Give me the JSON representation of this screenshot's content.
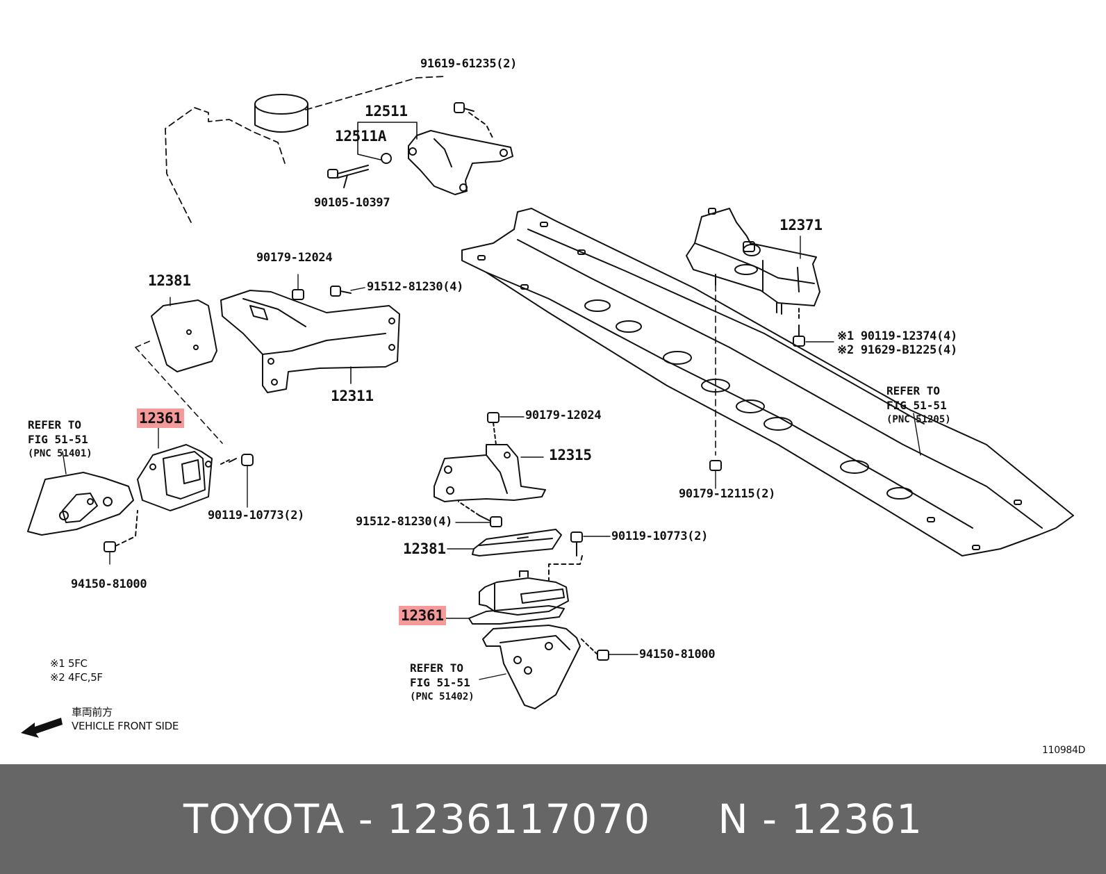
{
  "labels": {
    "p91619": "91619-61235(2)",
    "p12511": "12511",
    "p12511a": "12511A",
    "p90105": "90105-10397",
    "p12371": "12371",
    "p90179a": "90179-12024",
    "p91512a": "91512-81230(4)",
    "p12381a": "12381",
    "p12311": "12311",
    "p12361a": "12361",
    "p90119a": "90119-10773(2)",
    "p94150a": "94150-81000",
    "p90119b": "※1 90119-12374(4)",
    "p91629": "※2 91629-B1225(4)",
    "p90179b": "90179-12024",
    "p12315": "12315",
    "p90179c": "90179-12115(2)",
    "p91512b": "91512-81230(4)",
    "p12381b": "12381",
    "p90119c": "90119-10773(2)",
    "p12361b": "12361",
    "p94150b": "94150-81000"
  },
  "refs": {
    "left": {
      "line1": "REFER TO",
      "line2": "FIG 51-51",
      "line3": "(PNC 51401)"
    },
    "right": {
      "line1": "REFER TO",
      "line2": "FIG 51-51",
      "line3": "(PNC 51205)"
    },
    "bottom": {
      "line1": "REFER TO",
      "line2": "FIG 51-51",
      "line3": "(PNC 51402)"
    }
  },
  "notes": {
    "n1": "※1  5FC",
    "n2": "※2  4FC,5F",
    "front_jp": "車両前方",
    "front_en": "VEHICLE FRONT SIDE",
    "fig_code": "110984D"
  },
  "footer": {
    "text": "TOYOTA - 1236117070     N - 12361"
  },
  "colors": {
    "highlight": "#f59a9a",
    "footer_bg": "#666666"
  }
}
